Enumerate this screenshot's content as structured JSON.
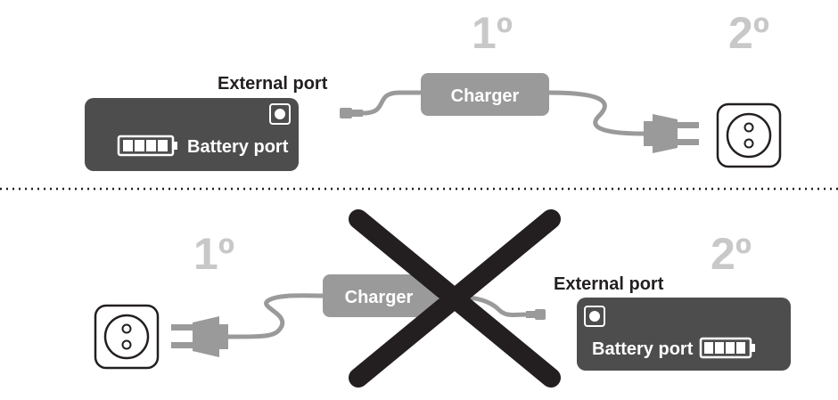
{
  "correct_setup": {
    "step_first": "1º",
    "step_second": "2º",
    "external_port_label": "External port",
    "battery_port_label": "Battery port",
    "charger_label": "Charger"
  },
  "incorrect_setup": {
    "step_first": "1º",
    "step_second": "2º",
    "external_port_label": "External port",
    "battery_port_label": "Battery port",
    "charger_label": "Charger"
  },
  "colors": {
    "device_body": "#4d4d4d",
    "charger_body": "#9a9a9a",
    "step_number": "#c8c8c8",
    "cross_mark": "#231f20",
    "outlet_outline": "#231f20"
  }
}
